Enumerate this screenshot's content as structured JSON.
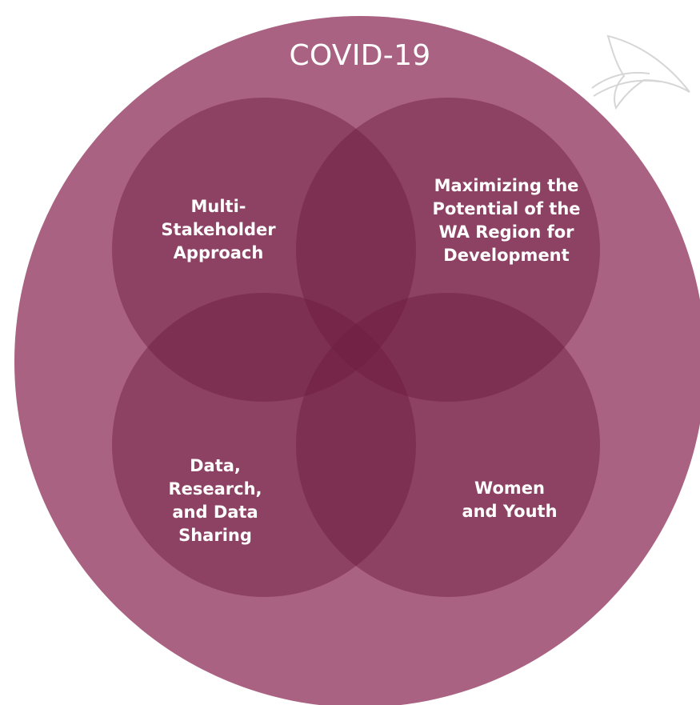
{
  "title": "COVID-19",
  "circles": [
    {
      "id": "tl",
      "label": "Multi-\nStakeholder\nApproach"
    },
    {
      "id": "tr",
      "label": "Maximizing the\nPotential of the\nWA Region for\nDevelopment"
    },
    {
      "id": "bl",
      "label": "Data,\nResearch,\nand Data\nSharing"
    },
    {
      "id": "br",
      "label": "Women\nand Youth"
    }
  ],
  "colors": {
    "outer_circle": "#aa6283",
    "inner_circle": "#6f1d40",
    "text": "#ffffff",
    "background": "#ffffff",
    "sketch": "#d9d9d9"
  }
}
